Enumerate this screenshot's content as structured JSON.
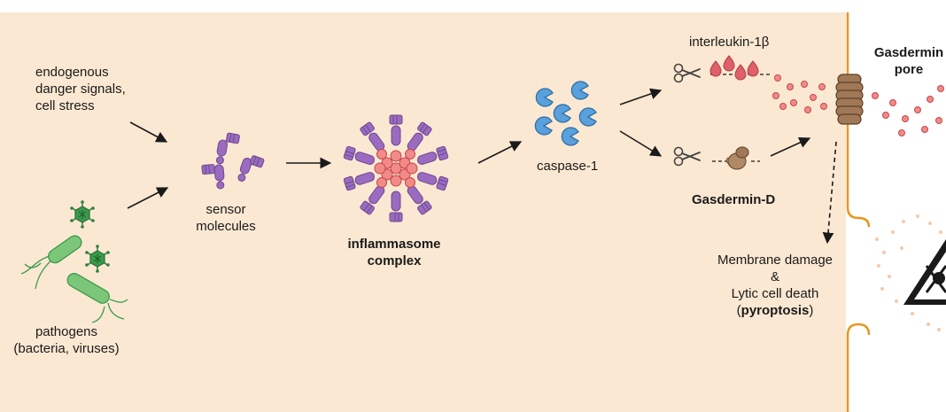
{
  "labels": {
    "endogenous": [
      "endogenous",
      "danger signals,",
      "cell stress"
    ],
    "pathogens": [
      "pathogens",
      "(bacteria, viruses)"
    ],
    "sensor": [
      "sensor",
      "molecules"
    ],
    "inflammasome": [
      "inflammasome",
      "complex"
    ],
    "caspase": "caspase-1",
    "interleukin": "interleukin-1β",
    "gasdermin_d": "Gasdermin-D",
    "gasdermin_pore": [
      "Gasdermin",
      "pore"
    ],
    "outcome": [
      "Membrane damage",
      "&",
      "Lytic cell death"
    ],
    "pyroptosis_open": "(",
    "pyroptosis": "pyroptosis",
    "pyroptosis_close": ")"
  },
  "colors": {
    "cell_background": "#fbe8d2",
    "outside_background": "#ffffff",
    "membrane": "#e8961e",
    "pathogen_green": "#3b9a4c",
    "sensor_purple": "#9a6bc0",
    "inflammasome_red": "#e87070",
    "caspase_blue": "#5aa0dc",
    "interleukin_red": "#e0606a",
    "gasdermin_brown": "#a07858",
    "arrow": "#1a1a1a"
  },
  "icons": [
    "virus-icon",
    "bacterium-icon",
    "sensor-molecule-icon",
    "inflammasome-icon",
    "caspase-icon",
    "scissors-icon",
    "interleukin-droplet-icon",
    "gasdermin-icon",
    "gasdermin-pore-icon",
    "hazard-skull-icon"
  ]
}
